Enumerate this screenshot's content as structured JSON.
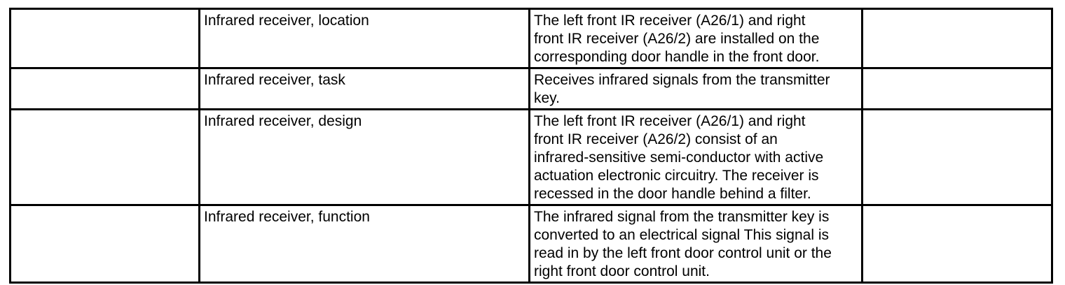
{
  "colors": {
    "background": "#ffffff",
    "border": "#000000",
    "text": "#000000"
  },
  "table": {
    "rows": [
      {
        "spare": "",
        "label": "Infrared receiver, location",
        "description": [
          "The left front IR receiver (A26/1) and right",
          "front IR receiver (A26/2) are installed on the",
          "corresponding door handle in the front door."
        ],
        "notes": ""
      },
      {
        "spare": "",
        "label": "Infrared receiver, task",
        "description": [
          "Receives infrared signals from the transmitter",
          "key."
        ],
        "notes": ""
      },
      {
        "spare": "",
        "label": "Infrared receiver, design",
        "description": [
          "The left front IR receiver (A26/1) and right",
          "front IR receiver (A26/2) consist of an",
          "infrared-sensitive semi-conductor with active",
          "actuation electronic circuitry. The receiver is",
          "recessed in the door handle behind a filter."
        ],
        "notes": ""
      },
      {
        "spare": "",
        "label": "Infrared receiver, function",
        "description": [
          "The infrared signal from the transmitter key is",
          "converted to an electrical signal This signal is",
          "read in by the left front door control unit or the",
          "right front door control unit."
        ],
        "notes": ""
      }
    ]
  }
}
